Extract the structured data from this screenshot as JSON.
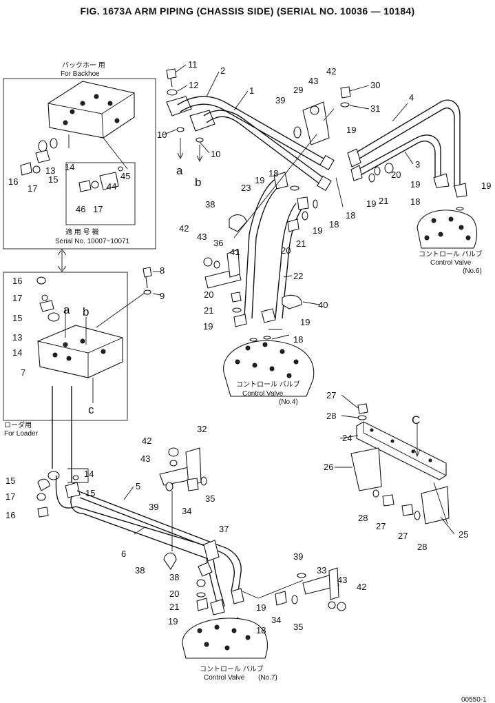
{
  "title": "FIG. 1673A  ARM PIPING (CHASSIS SIDE) (SERIAL NO. 10036 — 10184)",
  "inset_backhoe": {
    "label_jp": "バックホー 用",
    "label_en": "For Backhoe",
    "serial_label_jp": "適 用 号 機",
    "serial_label_en": "Serial No. 10007~10071"
  },
  "inset_loader": {
    "label_jp": "ローダ用",
    "label_en": "For Loader"
  },
  "control_valves": [
    {
      "jp": "コントロール バルブ",
      "en": "Control Valve",
      "num": "(No.6)"
    },
    {
      "jp": "コントロール バルブ",
      "en": "Control Valve",
      "num": "(No.4)"
    },
    {
      "jp": "コントロール バルブ",
      "en": "Control Valve",
      "num": "(No.7)"
    }
  ],
  "section_marks": {
    "a": "a",
    "b": "b",
    "c": "c",
    "C": "C"
  },
  "part_numbers": [
    "1",
    "2",
    "3",
    "4",
    "5",
    "6",
    "7",
    "8",
    "9",
    "10",
    "11",
    "12",
    "13",
    "14",
    "15",
    "16",
    "17",
    "18",
    "19",
    "20",
    "21",
    "22",
    "23",
    "24",
    "25",
    "26",
    "27",
    "28",
    "29",
    "30",
    "31",
    "32",
    "33",
    "34",
    "35",
    "36",
    "37",
    "38",
    "39",
    "40",
    "41",
    "42",
    "43",
    "44",
    "45",
    "46"
  ],
  "footer_code": "00550-1"
}
